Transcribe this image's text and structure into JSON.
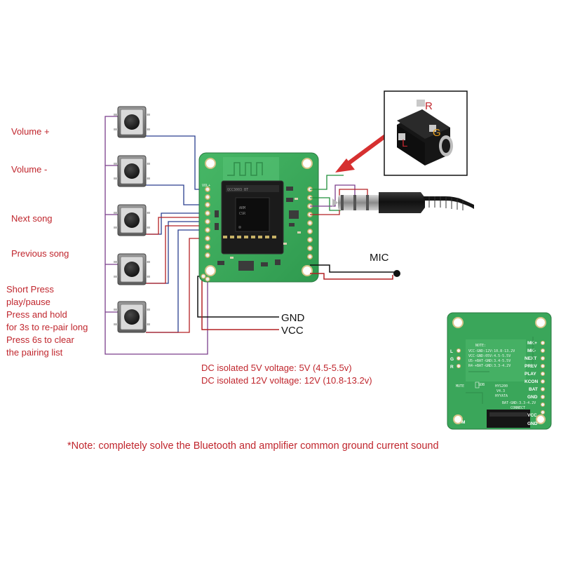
{
  "labels": {
    "volume_up": "Volume +",
    "volume_down": "Volume -",
    "next_song": "Next song",
    "previous_song": "Previous song",
    "short_press": [
      "Short Press",
      "play/pause",
      "Press and hold",
      "for 3s to re-pair long",
      "Press 6s to clear",
      "the pairing list"
    ],
    "mic": "MIC",
    "gnd": "GND",
    "vcc": "VCC",
    "voltage_5v": "DC isolated 5V voltage: 5V (4.5-5.5v)",
    "voltage_12v": "DC isolated 12V voltage: 12V (10.8-13.2v)",
    "note": "*Note: completely solve the Bluetooth and amplifier common ground current sound"
  },
  "jack": {
    "r": "R",
    "g": "G",
    "l": "L"
  },
  "back_board": {
    "note_lines": [
      "NOTE:",
      "VCC-GND:12V:10.8-13.2V",
      "VCC-GND:05V:4.5-5.5V",
      "U5-+BAT-GND:3.4-5.5V",
      "R4-+BAT-GND:3.3-4.2V"
    ],
    "model": [
      "HYS200",
      "V4.3",
      "HYYATA"
    ],
    "mute": "MUTE",
    "sdb": "SDB",
    "bat_note": [
      "BAT-GND:3.3-4.2V",
      "CONNECT"
    ],
    "left_pins": [
      "L",
      "G",
      "R"
    ],
    "right_pins": [
      "MK+",
      "MK-",
      "NEXT",
      "PREV",
      "PLAY",
      "KCON",
      "BAT",
      "GND",
      "VCC",
      "GND"
    ],
    "m_pin": "M"
  },
  "colors": {
    "label_red": "#c0262d",
    "wire_blue": "#2a3f8f",
    "wire_purple": "#7b3f8c",
    "wire_red": "#b32024",
    "wire_black": "#111111",
    "wire_green": "#1f8f3a",
    "pcb_green": "#3aa65a"
  },
  "icons": [
    "tactile-button-icon",
    "pcb-board-icon",
    "audio-jack-icon",
    "microphone-icon",
    "arrow-icon"
  ]
}
